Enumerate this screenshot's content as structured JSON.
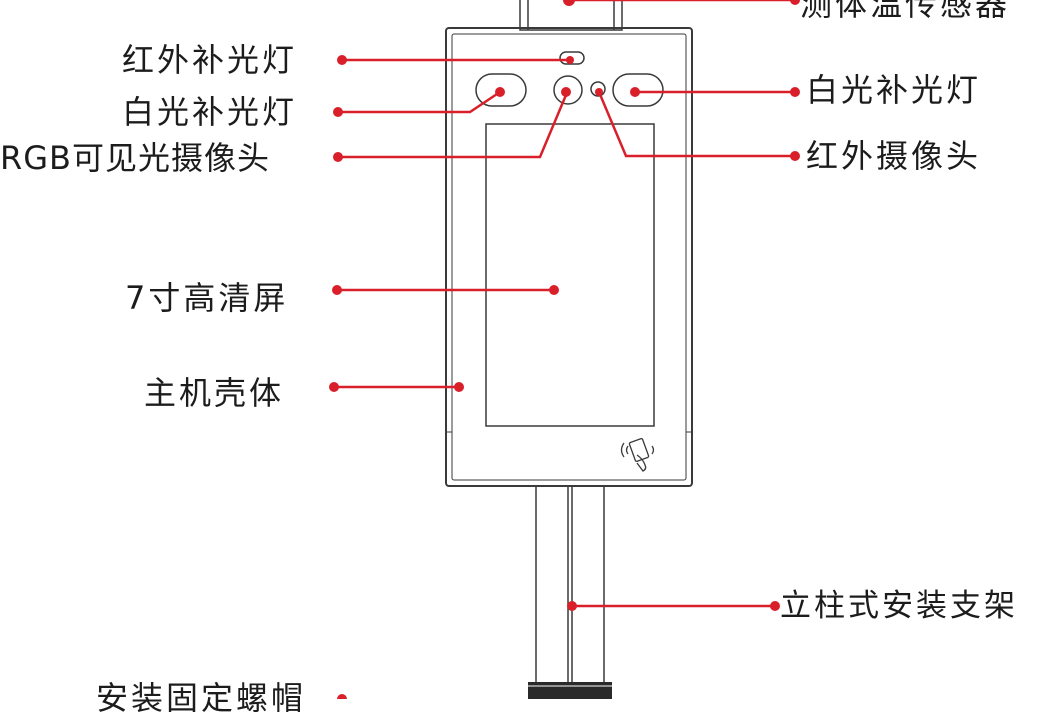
{
  "labels": {
    "temp_sensor": "测体温传感器",
    "ir_fill_light": "红外补光灯",
    "white_fill_light_left": "白光补光灯",
    "white_fill_light_right": "白光补光灯",
    "rgb_camera": "RGB可见光摄像头",
    "ir_camera": "红外摄像头",
    "screen": "7寸高清屏",
    "housing": "主机壳体",
    "stand": "立柱式安装支架",
    "mount_nut": "安装固定螺帽"
  },
  "colors": {
    "accent": "#d9202a",
    "line": "#3a3a3a",
    "text": "#1c1c1c"
  }
}
